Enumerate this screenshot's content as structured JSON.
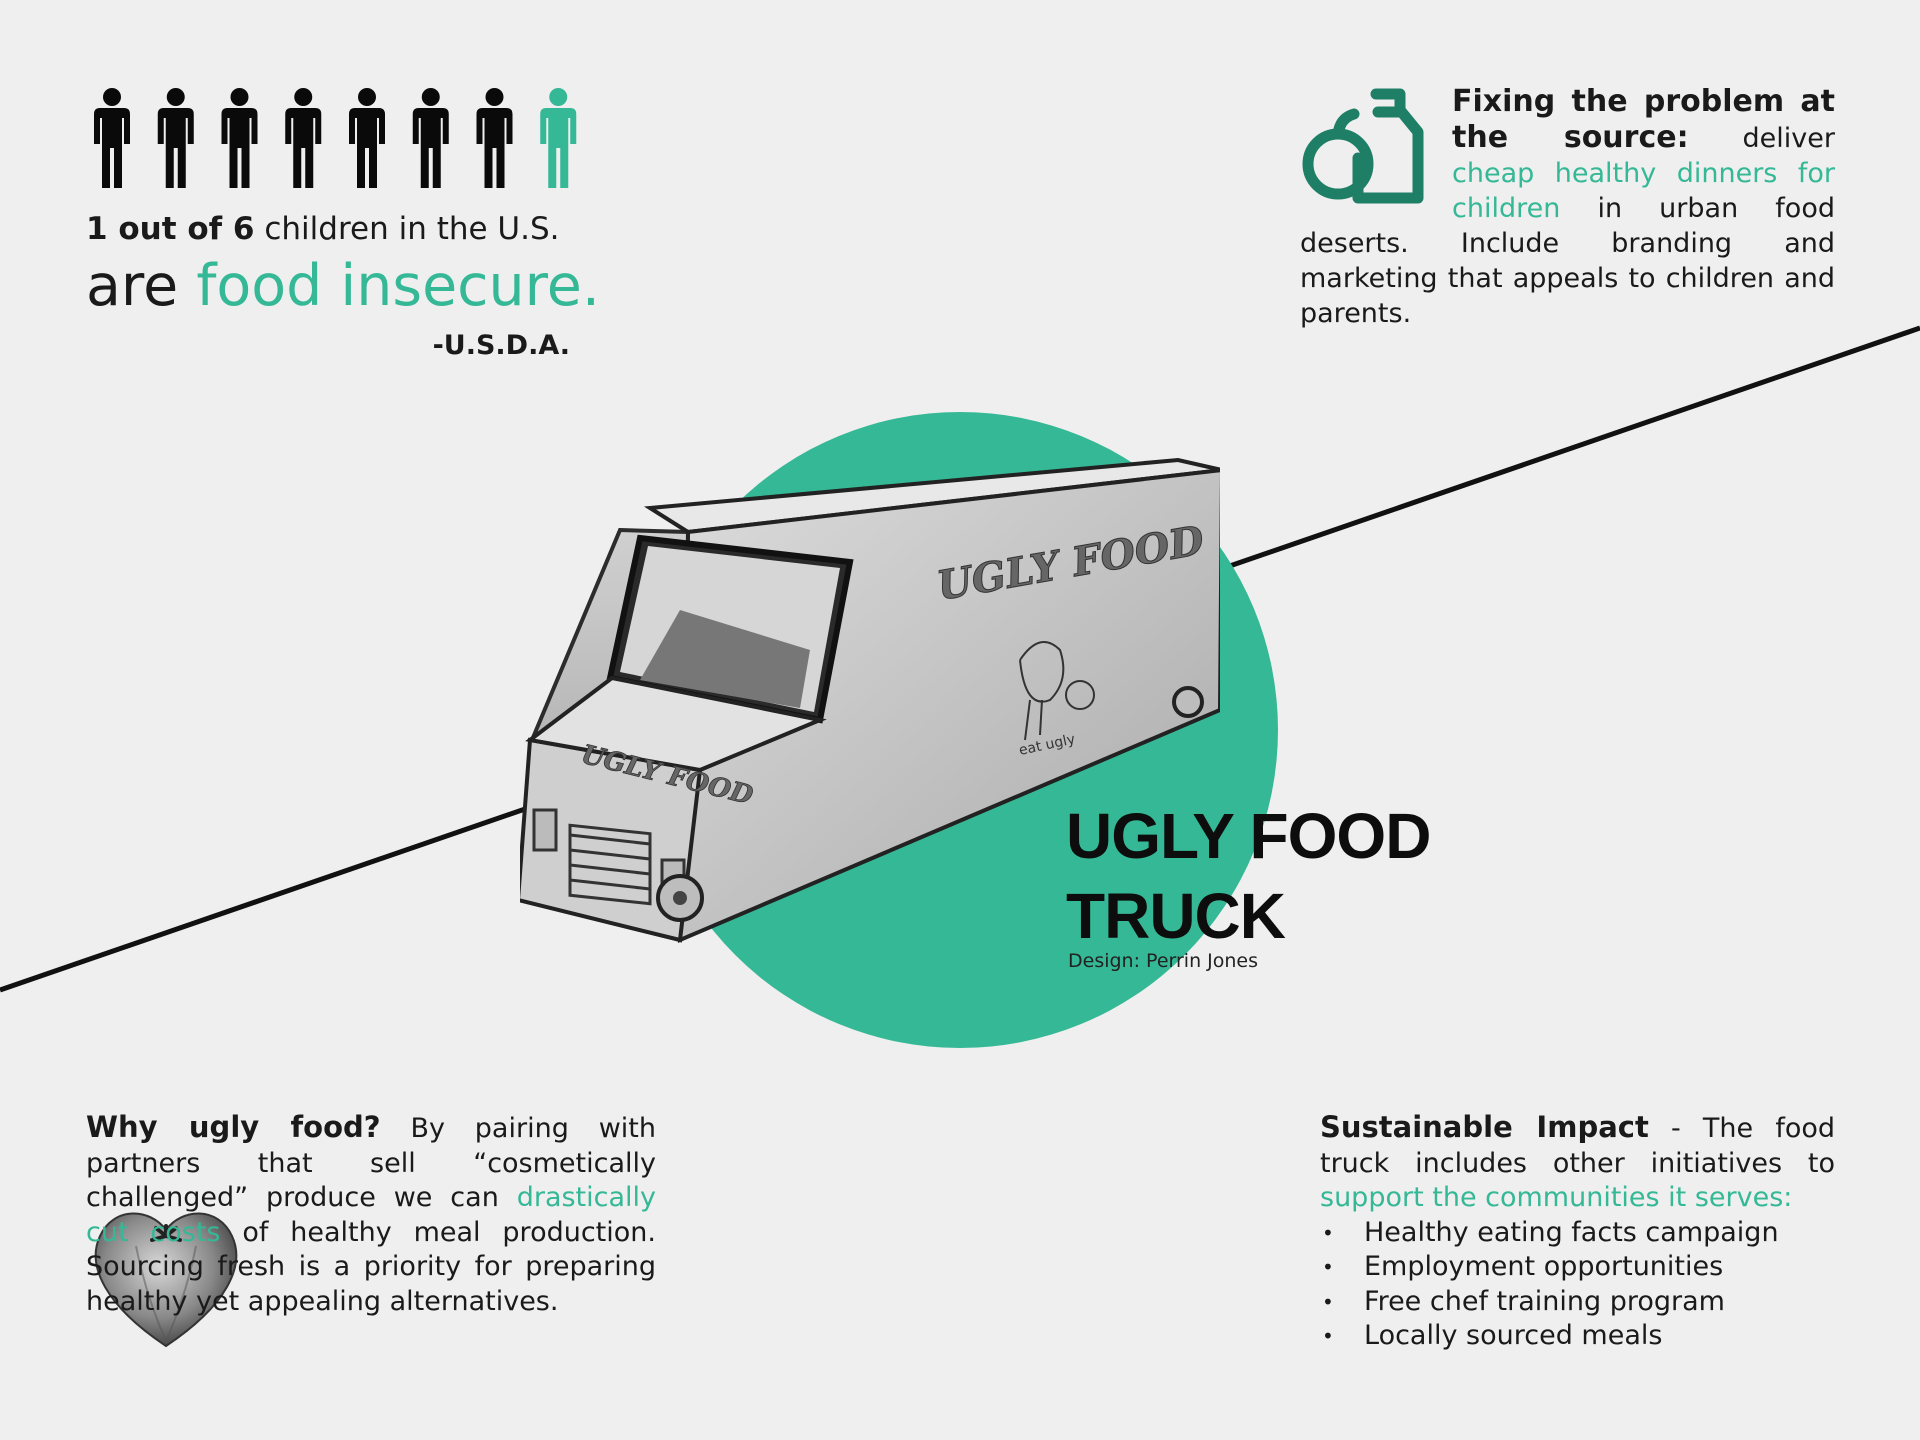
{
  "colors": {
    "accent": "#35b896",
    "background": "#efefef",
    "text": "#1a1a1a"
  },
  "infographic": {
    "people_total": 8,
    "people_highlighted": 1,
    "stat_bold": "1 out of 6",
    "stat_rest": "children in the U.S.",
    "stat_are": "are",
    "stat_highlight": "food insecure.",
    "stat_source": "-U.S.D.A."
  },
  "fixing": {
    "icon": "apple-bottle-icon",
    "heading": "Fixing the problem at the source:",
    "text_before": "deliver",
    "highlight": "cheap healthy dinners for children",
    "text_after": "in urban food deserts. Include branding and marketing that appeals to children and parents."
  },
  "center": {
    "title_line1": "UGLY FOOD",
    "title_line2": "TRUCK",
    "credit": "Design: Perrin Jones",
    "truck_sign_side": "UGLY FOOD",
    "truck_sign_front": "UGLY FOOD",
    "truck_sign_small": "eat ugly"
  },
  "why": {
    "heading": "Why ugly food?",
    "text_before": "By pairing with partners that sell “cosmetically challenged” produce we can",
    "highlight": "drastically cut costs",
    "text_after": "of healthy meal production. Sourcing fresh is a priority for preparing healthy yet appealing alternatives.",
    "image": "heart-tomato-image"
  },
  "sustainable": {
    "heading": "Sustainable Impact",
    "text_before": "- The food truck includes other initiatives to",
    "highlight": "support the communities it serves:",
    "items": [
      "Healthy eating facts campaign",
      "Employment opportunities",
      "Free chef training program",
      "Locally sourced meals"
    ]
  }
}
